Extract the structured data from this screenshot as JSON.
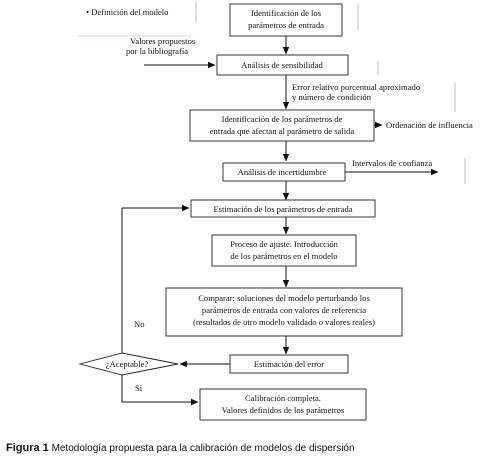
{
  "notes": {
    "model_definition": "• Definición del modelo",
    "proposed_values_line1": "Valores propuestos",
    "proposed_values_line2": "por la bibliografía",
    "error_line1": "Error relativo porcentual aproximado",
    "error_line2": "y número de condición"
  },
  "boxes": {
    "identification_line1": "Identificación de los",
    "identification_line2": "parámetros de entrada",
    "sensitivity": "Análisis de sensibilidad",
    "affecting_line1": "Identificación de los parámetros de",
    "affecting_line2": "entrada que afectan al parámetro de salida",
    "uncertainty": "Análisis de incertidumbre",
    "estimation": "Estimación de los parámetros de entrada",
    "fitting_line1": "Proceso de ajuste. Introducción",
    "fitting_line2": "de los parámetros en el modelo",
    "compare_line1": "Comparar: soluciones del modelo perturbando los",
    "compare_line2": "parámetros de entrada con valores de referencia",
    "compare_line3": "(resultados de otro modelo validado o valores reales)",
    "error_estimation": "Estimación del error",
    "decision": "¿Aceptable?",
    "final_line1": "Calibración completa.",
    "final_line2": "Valores definidos de los parámetros"
  },
  "outputs": {
    "influence_order": "Ordenación de influencia",
    "confidence_intervals": "Intervalos de confianza"
  },
  "branches": {
    "no": "No",
    "yes": "Si"
  },
  "caption": {
    "label": "Figura 1",
    "text": " Metodología propuesta para la calibración de modelos de dispersión"
  }
}
